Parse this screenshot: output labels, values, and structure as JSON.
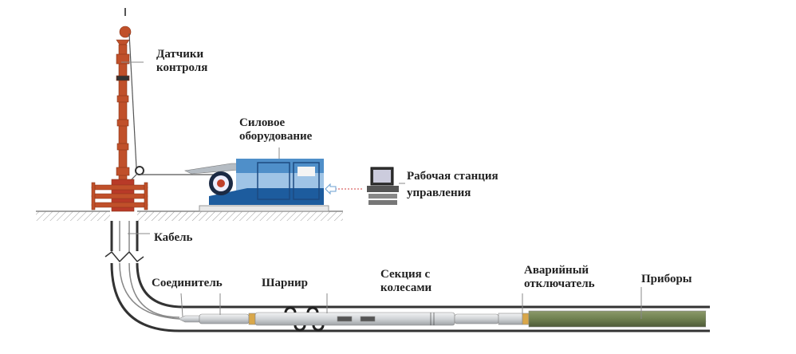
{
  "labels": {
    "sensors": [
      "Датчики",
      "контроля"
    ],
    "power": [
      "Силовое",
      "оборудование"
    ],
    "workstation": [
      "Рабочая станция",
      "управления"
    ],
    "cable": "Кабель",
    "connector": "Соединитель",
    "hinge": "Шарнир",
    "wheels": [
      "Секция с",
      "колесами"
    ],
    "emergency": [
      "Аварийный",
      "отключатель"
    ],
    "instruments": "Приборы"
  },
  "colors": {
    "tower": "#c0502a",
    "unit": "#4f8fc9",
    "unit_dark": "#1d5c9e",
    "instruments": "#6f8050",
    "tool": "#d8dadc",
    "joint": "#d9a74a"
  }
}
